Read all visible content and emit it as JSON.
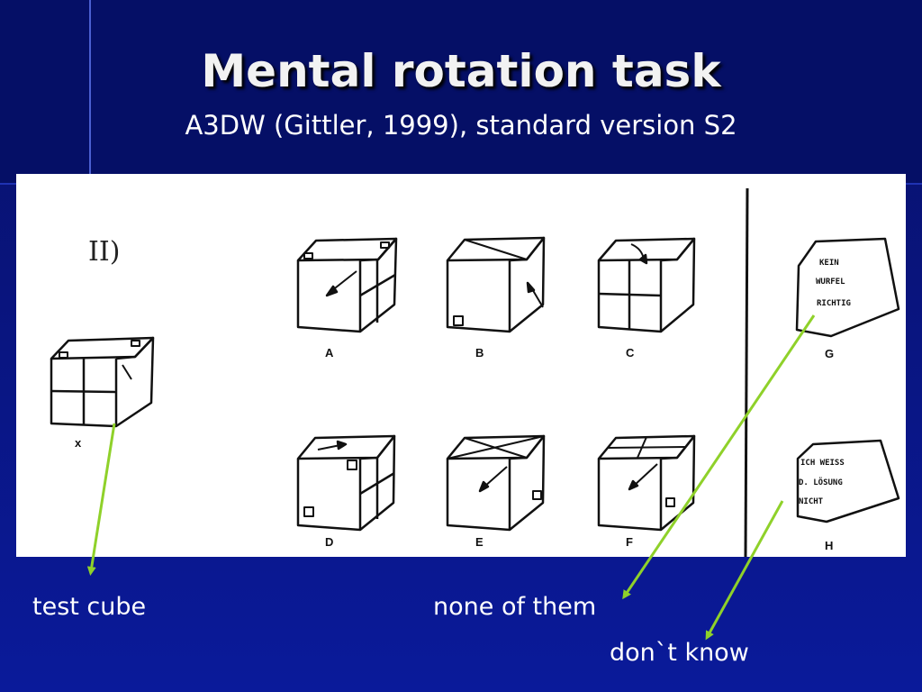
{
  "title": "Mental rotation task",
  "subtitle": "A3DW (Gittler, 1999), standard version S2",
  "figure": {
    "section_label": "II)",
    "test_cube_label": "x",
    "options": [
      "A",
      "B",
      "C",
      "D",
      "E",
      "F"
    ],
    "answer_g_label": "G",
    "answer_h_label": "H",
    "answer_g_text": [
      "KEIN",
      "WURFEL",
      "RICHTIG"
    ],
    "answer_h_text": [
      "ICH WEISS",
      "D. LÖSUNG",
      "NICHT"
    ]
  },
  "captions": {
    "test_cube": "test cube",
    "none_of_them": "none of them",
    "dont_know": "don`t know"
  },
  "colors": {
    "background": "#0a1a9a",
    "arrow": "#8fd12a",
    "text": "#ffffff"
  }
}
